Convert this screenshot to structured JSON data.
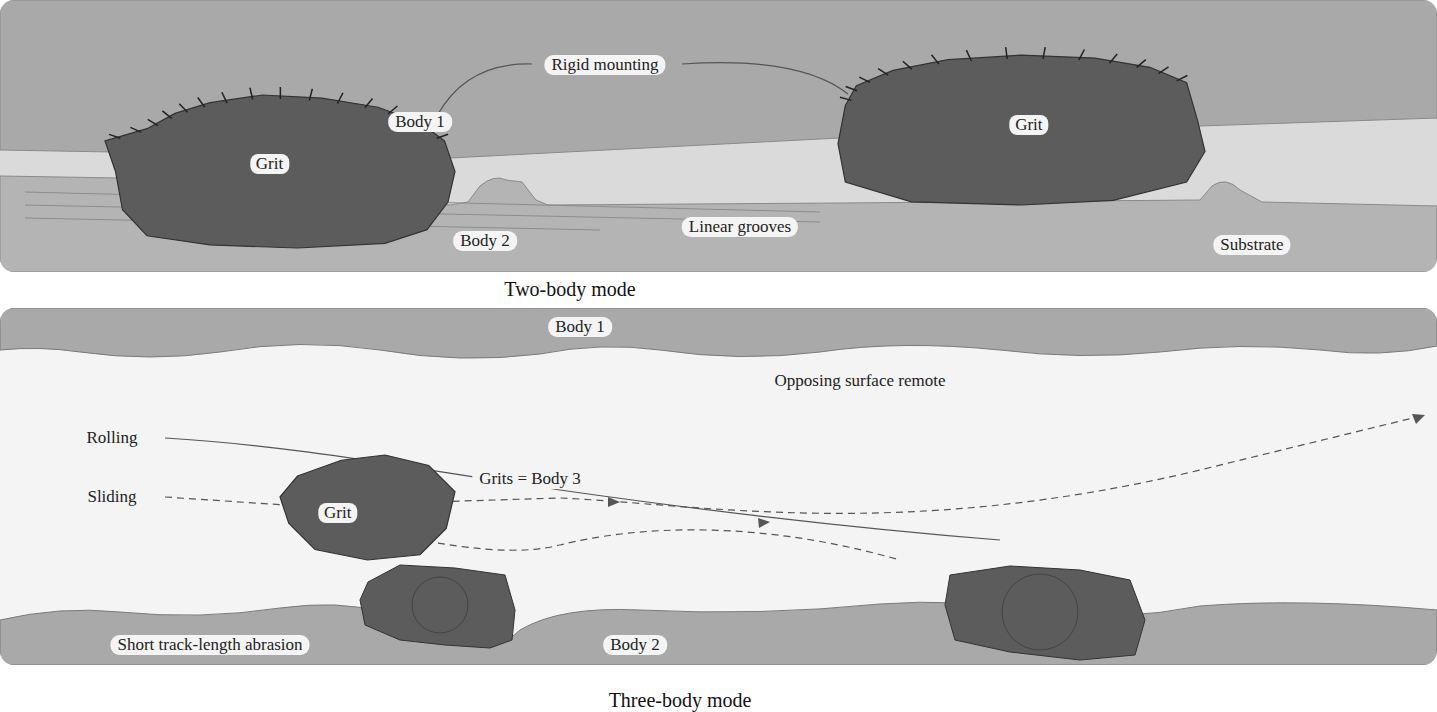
{
  "diagram": {
    "nodes": [
      {
        "text": [
          "Grit"
        ]
      },
      {
        "text": [
          "Grit"
        ]
      },
      {
        "text": [
          "Grit"
        ]
      }
    ],
    "labels": [
      "Rigid mounting",
      "Body 1",
      "Linear grooves",
      "Body 2",
      "Substrate",
      "Two-body mode",
      "Body 1",
      "Opposing surface remote",
      "Rolling",
      "Grits = Body 3",
      "Sliding",
      "Short track-length abrasion",
      "Body 2",
      "Three-body mode"
    ]
  }
}
